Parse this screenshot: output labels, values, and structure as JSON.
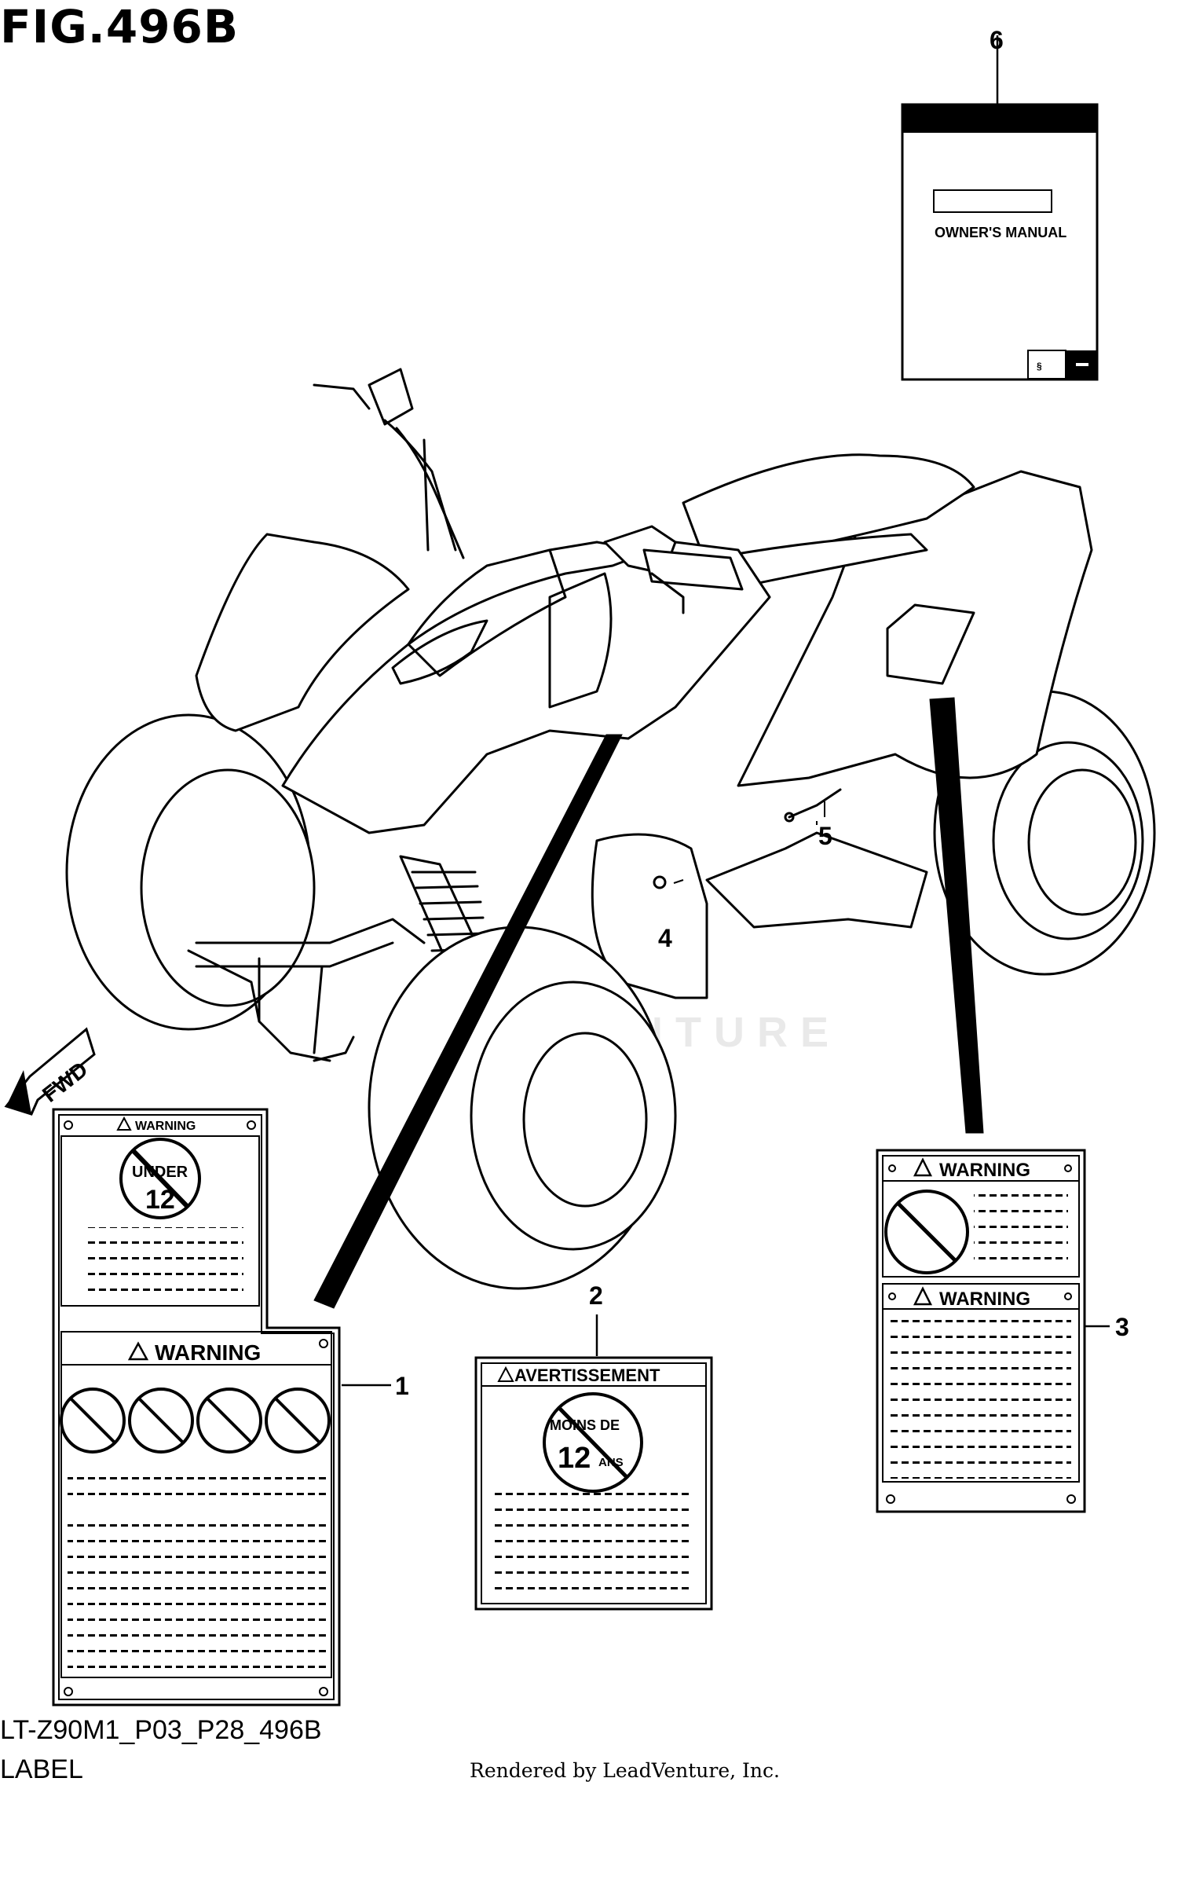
{
  "figure": {
    "title": "FIG.496B",
    "code": "LT-Z90M1_P03_P28_496B",
    "name": "LABEL",
    "rendered_by": "Rendered by LeadVenture, Inc.",
    "watermark": "LEADVENTURE"
  },
  "callouts": [
    "1",
    "2",
    "3",
    "4",
    "5",
    "6"
  ],
  "direction_arrow": "FWD",
  "manual": {
    "title": "OWNER'S MANUAL"
  },
  "labels": {
    "label_1": {
      "top_heading": "WARNING",
      "top_badge_line1": "UNDER",
      "top_badge_line2": "12",
      "bottom_heading": "WARNING"
    },
    "label_2": {
      "heading": "AVERTISSEMENT",
      "badge_line1": "MOINS DE",
      "badge_number": "12",
      "badge_unit": "ANS"
    },
    "label_3": {
      "top_heading": "WARNING",
      "bottom_heading": "WARNING"
    }
  }
}
